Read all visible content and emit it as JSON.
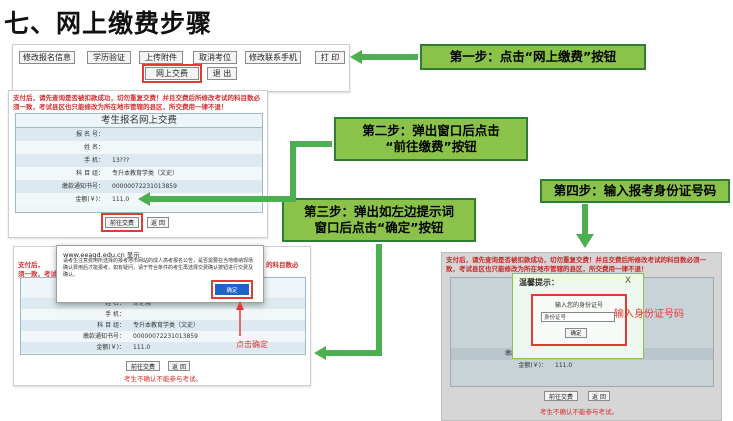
{
  "heading": "七、网上缴费步骤",
  "step1": {
    "buttons": [
      "修改报名信息",
      "学历验证",
      "上传附件",
      "取消考位",
      "修改联系手机",
      "打 印"
    ],
    "pay_button": "网上交费",
    "exit_button": "退 出",
    "callout": "第一步：点击“网上缴费”按钮"
  },
  "step2": {
    "notice": "支付后，请先查询是否被扣款成功，切勿重复交费！并且交费后所修改考试的科目数必须一致，考试县区也只能修改为所在地市管辖的县区，所交费用一律不退！",
    "form_title": "考生报名网上交费",
    "rows": [
      {
        "label": "报 名 号：",
        "value": ""
      },
      {
        "label": "姓    名：",
        "value": ""
      },
      {
        "label": "手    机：",
        "value": "13???"
      },
      {
        "label": "科 目 组：",
        "value": "专升本教育学类（文史）"
      },
      {
        "label": "缴款通知书号：",
        "value": "00000072231013859"
      },
      {
        "label": "金额(￥)：",
        "value": "111.0"
      }
    ],
    "goto_pay_button": "前往交费",
    "back_button": "返 回",
    "callout_line1": "第二步：弹出窗口后点击",
    "callout_line2": "“前往缴费”按钮"
  },
  "step3": {
    "dialog_site": "www.eeagd.edu.cn 显示",
    "dialog_text": "请考生注意费用所选择的报考地市网站的成人高考报名公告，是否需要在当地缴纳现场确认费用后才能报考。如有疑问，请于符合条件的考生再选择交费确认按钮进行交费及确认。",
    "ok_button": "确定",
    "notice_fragment_left": "支付后，\n须一致，考试",
    "notice_fragment_right": "的科目数必",
    "rows": [
      {
        "label": "姓    名：",
        "value": "涂伦强"
      },
      {
        "label": "手    机：",
        "value": ""
      },
      {
        "label": "科 目 组：",
        "value": "专升本教育学类（文史）"
      },
      {
        "label": "缴款通知书号：",
        "value": "00000072231013859"
      },
      {
        "label": "金额(￥)：",
        "value": "111.0"
      }
    ],
    "goto_pay_button": "前往交费",
    "back_button": "返 回",
    "footer": "考生不确认不能参与考试。",
    "click_hint": "点击确定",
    "callout_line1": "第三步：弹出如左边提示词",
    "callout_line2": "窗口后点击“确定”按钮"
  },
  "step4": {
    "callout": "第四步：输入报考身份证号码",
    "notice": "支付后，请先查询是否被扣款成功，切勿重复交费！并且交费后所修改考试的科目数必须一致，考试县区也只能修改为所在地市管辖的县区，所交费用一律不退！",
    "dialog_title": "温馨提示：",
    "close": "X",
    "prompt": "输入您的身份证号",
    "input_value": "身份证号",
    "confirm_button": "确定",
    "side_label": "输入身份证号码",
    "rows": [
      {
        "label": "缴款通知书号：",
        "value": ""
      },
      {
        "label": "金额(￥)：",
        "value": "111.0"
      }
    ],
    "goto_pay_button": "前往交费",
    "back_button": "返 回",
    "footer": "考生不确认不能参与考试。"
  }
}
